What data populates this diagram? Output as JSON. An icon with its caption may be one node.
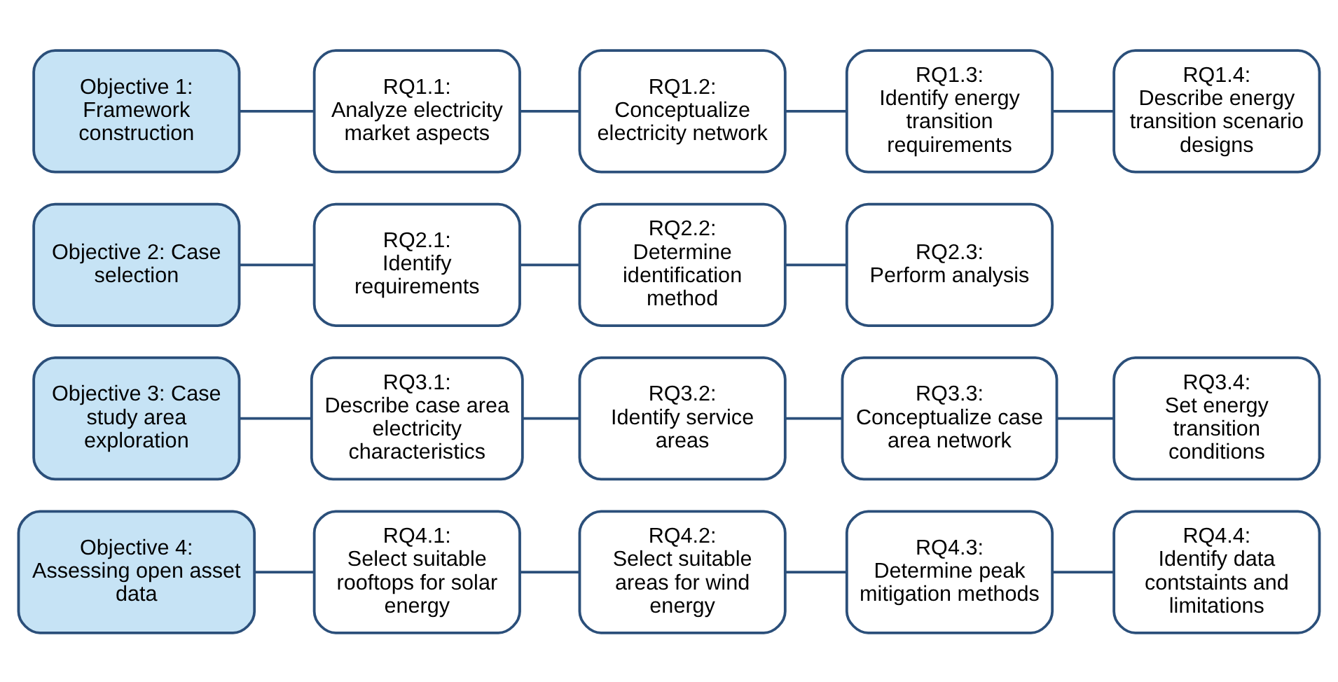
{
  "diagram": {
    "nodes": [
      {
        "text": [
          "Objective 1: Framework construction"
        ]
      },
      {
        "text": [
          "RQ1.1:",
          "Analyze electricity market aspects"
        ]
      },
      {
        "text": [
          "RQ1.2:",
          "Conceptualize electricity network"
        ]
      },
      {
        "text": [
          "RQ1.3:",
          "Identify energy transition requirements"
        ]
      },
      {
        "text": [
          "RQ1.4:",
          "Describe energy transition scenario designs"
        ]
      },
      {
        "text": [
          "Objective 2: Case selection"
        ]
      },
      {
        "text": [
          "RQ2.1:",
          "Identify requirements"
        ]
      },
      {
        "text": [
          "RQ2.2:",
          "Determine identification method"
        ]
      },
      {
        "text": [
          "RQ2.3:",
          "Perform analysis"
        ]
      },
      {
        "text": [
          "Objective 3: Case study area exploration"
        ]
      },
      {
        "text": [
          "RQ3.1:",
          "Describe case area electricity characteristics"
        ]
      },
      {
        "text": [
          "RQ3.2:",
          "Identify service areas"
        ]
      },
      {
        "text": [
          "RQ3.3:",
          "Conceptualize case area network"
        ]
      },
      {
        "text": [
          "RQ3.4:",
          "Set energy transition conditions"
        ]
      },
      {
        "text": [
          "Objective 4: Assessing open asset data"
        ]
      },
      {
        "text": [
          "RQ4.1:",
          "Select suitable rooftops for solar energy"
        ]
      },
      {
        "text": [
          "RQ4.2:",
          "Select suitable areas for wind energy"
        ]
      },
      {
        "text": [
          "RQ4.3:",
          "Determine peak mitigation methods"
        ]
      },
      {
        "text": [
          "RQ4.4:",
          "Identify data contstaints and limitations"
        ]
      }
    ],
    "edges": [
      {
        "from": 0,
        "to": 1,
        "arrow": "none"
      },
      {
        "from": 1,
        "to": 2,
        "arrow": "none"
      },
      {
        "from": 2,
        "to": 3,
        "arrow": "none"
      },
      {
        "from": 3,
        "to": 4,
        "arrow": "none"
      },
      {
        "from": 5,
        "to": 6,
        "arrow": "none"
      },
      {
        "from": 6,
        "to": 7,
        "arrow": "none"
      },
      {
        "from": 7,
        "to": 8,
        "arrow": "none"
      },
      {
        "from": 9,
        "to": 10,
        "arrow": "none"
      },
      {
        "from": 10,
        "to": 11,
        "arrow": "none"
      },
      {
        "from": 11,
        "to": 12,
        "arrow": "none"
      },
      {
        "from": 12,
        "to": 13,
        "arrow": "none"
      },
      {
        "from": 14,
        "to": 15,
        "arrow": "none"
      },
      {
        "from": 15,
        "to": 16,
        "arrow": "none"
      },
      {
        "from": 16,
        "to": 17,
        "arrow": "none"
      },
      {
        "from": 17,
        "to": 18,
        "arrow": "none"
      }
    ]
  }
}
